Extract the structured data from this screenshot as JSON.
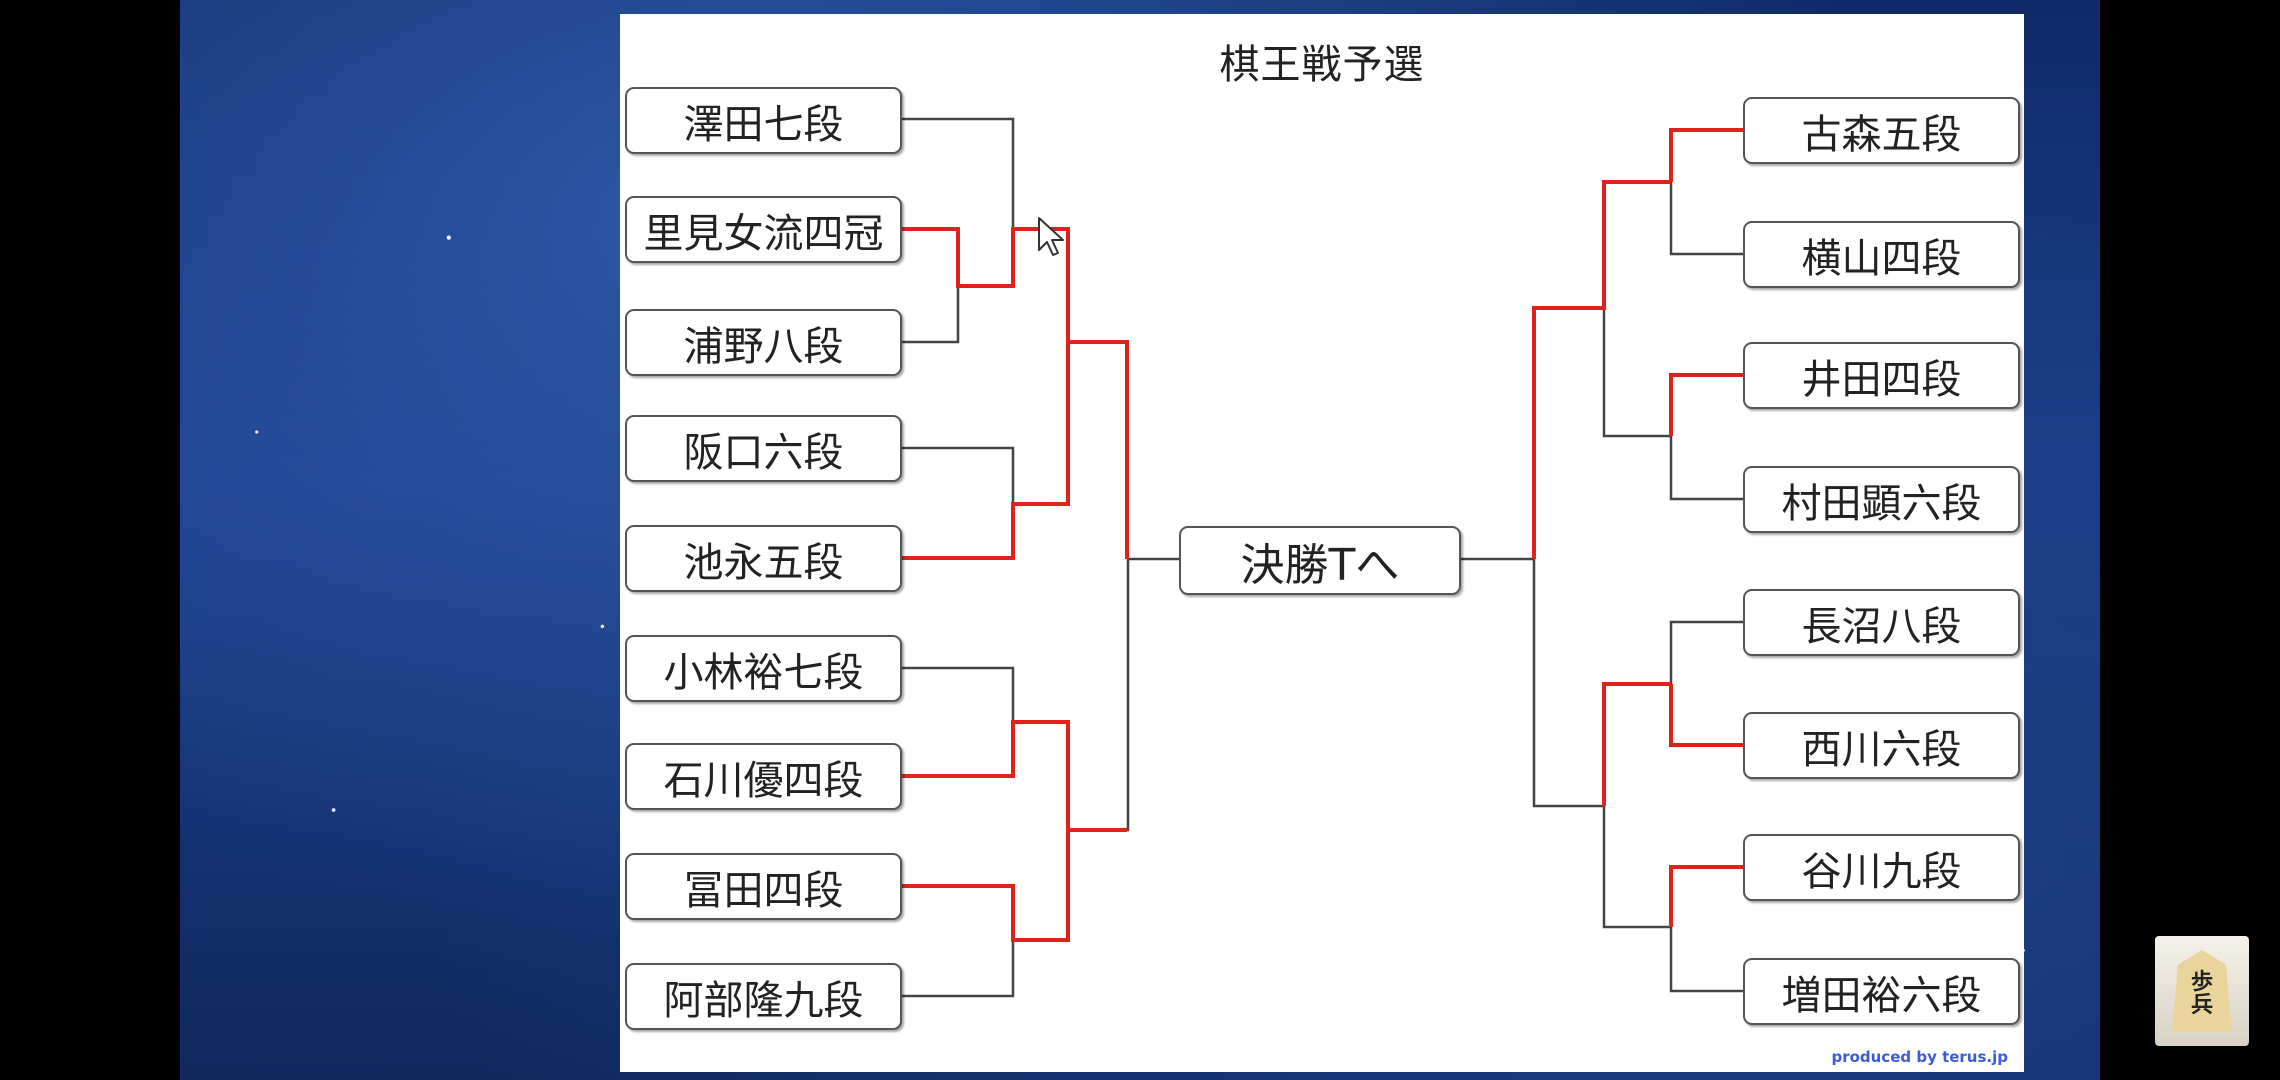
{
  "title": "棋王戦予選",
  "final_label": "決勝Tへ",
  "credit": "produced by terus.jp",
  "colors": {
    "winner_line": "#e0221b",
    "loser_line": "#444444",
    "board": "#ffffff"
  },
  "left_players": [
    {
      "name": "澤田七段"
    },
    {
      "name": "里見女流四冠"
    },
    {
      "name": "浦野八段"
    },
    {
      "name": "阪口六段"
    },
    {
      "name": "池永五段"
    },
    {
      "name": "小林裕七段"
    },
    {
      "name": "石川優四段"
    },
    {
      "name": "冨田四段"
    },
    {
      "name": "阿部隆九段"
    }
  ],
  "right_players": [
    {
      "name": "古森五段"
    },
    {
      "name": "横山四段"
    },
    {
      "name": "井田四段"
    },
    {
      "name": "村田顕六段"
    },
    {
      "name": "長沼八段"
    },
    {
      "name": "西川六段"
    },
    {
      "name": "谷川九段"
    },
    {
      "name": "増田裕六段"
    }
  ],
  "koma": {
    "char_top": "歩",
    "char_bottom": "兵",
    "icon": "shogi-piece-icon"
  }
}
